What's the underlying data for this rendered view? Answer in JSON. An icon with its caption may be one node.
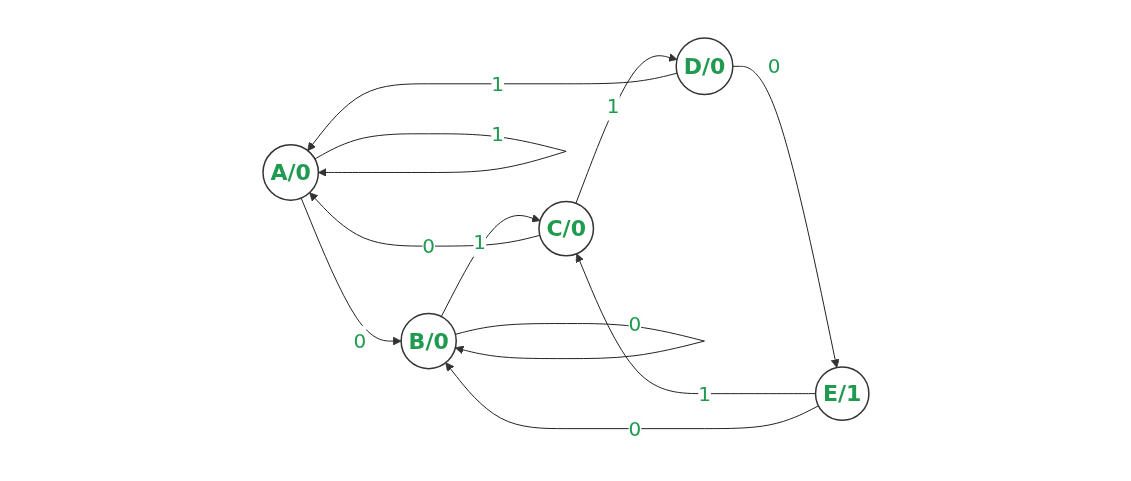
{
  "diagram": {
    "nodes": [
      {
        "text": [
          "A/0"
        ]
      },
      {
        "text": [
          "B/0"
        ]
      },
      {
        "text": [
          "C/0"
        ]
      },
      {
        "text": [
          "D/0"
        ]
      },
      {
        "text": [
          "E/1"
        ]
      }
    ],
    "edges": [
      {
        "from": 0,
        "to": 0,
        "arrow": "to",
        "label": "1"
      },
      {
        "from": 0,
        "to": 1,
        "arrow": "to",
        "label": "0"
      },
      {
        "from": 1,
        "to": 1,
        "arrow": "to",
        "label": "0"
      },
      {
        "from": 1,
        "to": 2,
        "arrow": "to",
        "label": "1"
      },
      {
        "from": 2,
        "to": 3,
        "arrow": "to",
        "label": "1"
      },
      {
        "from": 3,
        "to": 4,
        "arrow": "to",
        "label": "0"
      },
      {
        "from": 2,
        "to": 0,
        "arrow": "to",
        "label": "0"
      },
      {
        "from": 3,
        "to": 0,
        "arrow": "to",
        "label": "1"
      },
      {
        "from": 4,
        "to": 2,
        "arrow": "to",
        "label": "1"
      },
      {
        "from": 4,
        "to": 1,
        "arrow": "to",
        "label": "0"
      }
    ]
  }
}
